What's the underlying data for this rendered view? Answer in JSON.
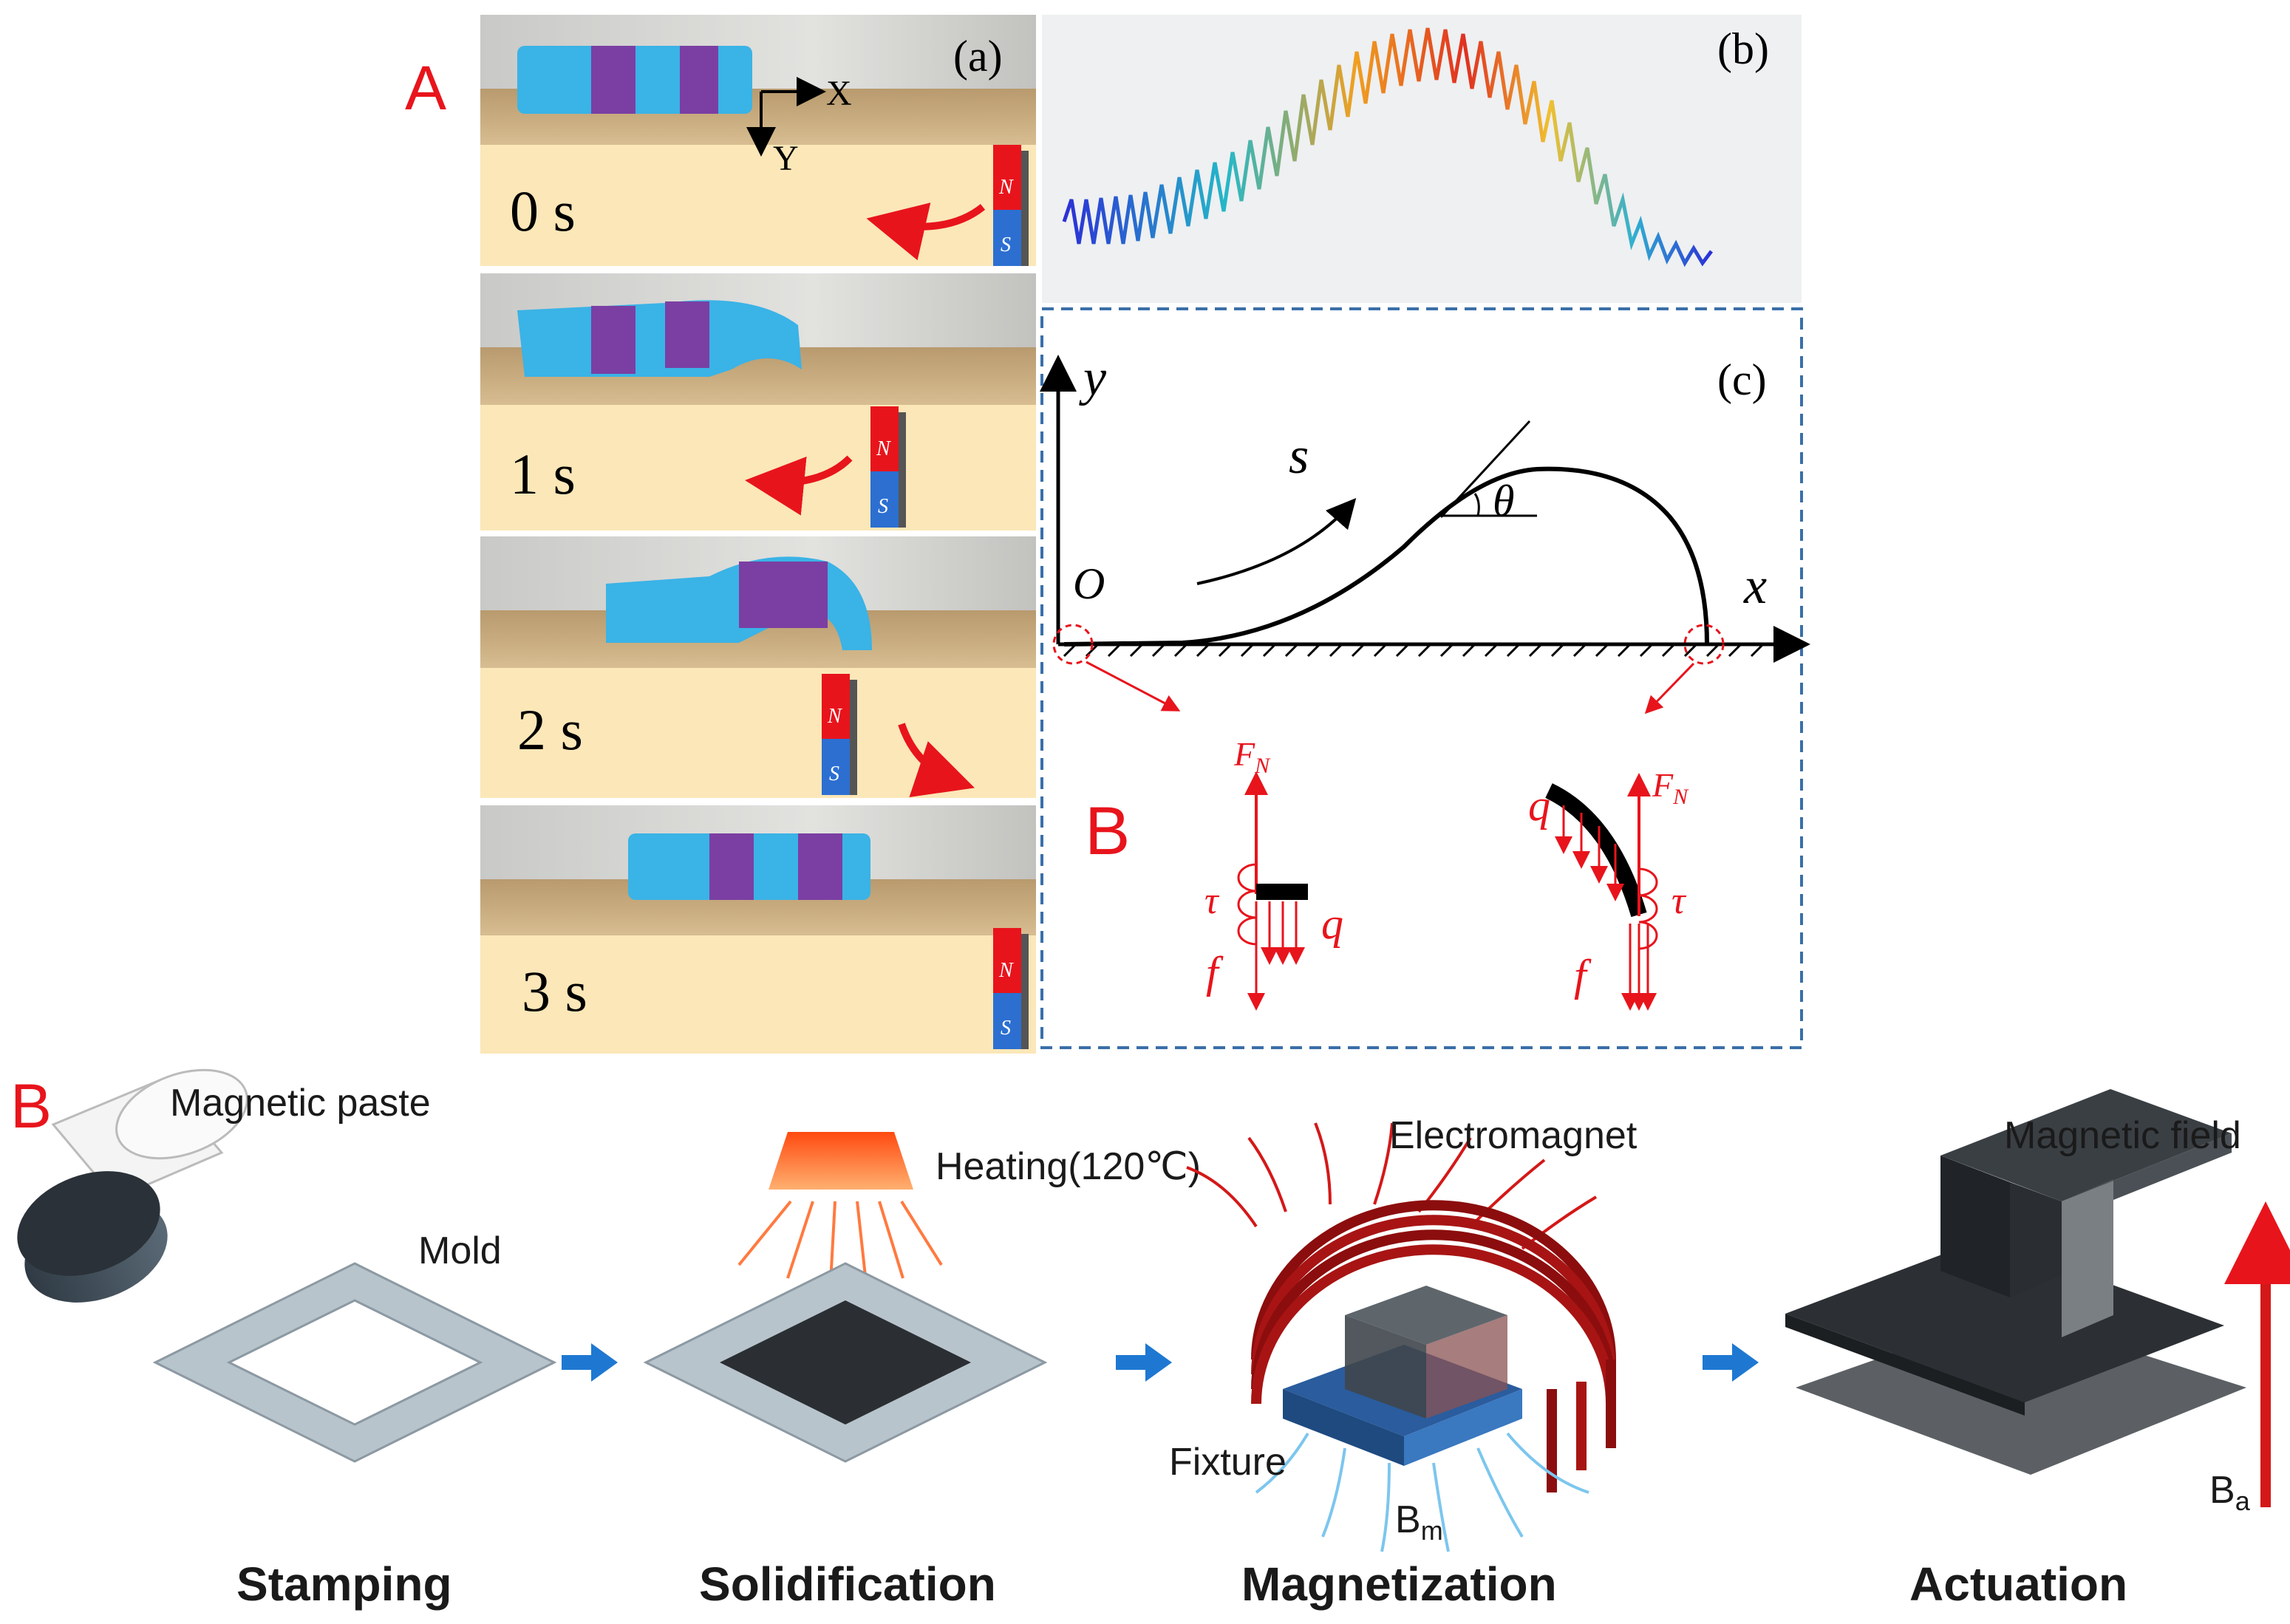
{
  "panel_A": {
    "label": "A",
    "sub_a": "(a)",
    "sub_b": "(b)",
    "sub_c": "(c)",
    "axis_x": "X",
    "axis_y": "Y",
    "magnet_n": "N",
    "magnet_s": "S",
    "frames": [
      {
        "time": "0 s"
      },
      {
        "time": "1 s"
      },
      {
        "time": "2 s"
      },
      {
        "time": "3 s"
      }
    ]
  },
  "schematic_c": {
    "y_label": "y",
    "x_label": "x",
    "origin_label": "O",
    "arc_label": "s",
    "angle_label": "θ",
    "inset_label": "B",
    "force_FN": "F",
    "force_FN_sub": "N",
    "force_tau": "τ",
    "force_q": "q",
    "force_f": "f"
  },
  "panel_B": {
    "label": "B",
    "paste_label": "Magnetic paste",
    "mold_label": "Mold",
    "heating_label": "Heating(120℃)",
    "electromagnet_label": "Electromagnet",
    "fixture_label": "Fixture",
    "bm_label": "B",
    "bm_sub": "m",
    "field_label": "Magnetic field",
    "ba_label": "B",
    "ba_sub": "a",
    "steps": [
      "Stamping",
      "Solidification",
      "Magnetization",
      "Actuation"
    ]
  },
  "colors": {
    "accent_red": "#e8141c",
    "frame_border": "#3a6fa8",
    "flow_arrow": "#1e78d2",
    "photo_bg": "#fbe7b8"
  }
}
